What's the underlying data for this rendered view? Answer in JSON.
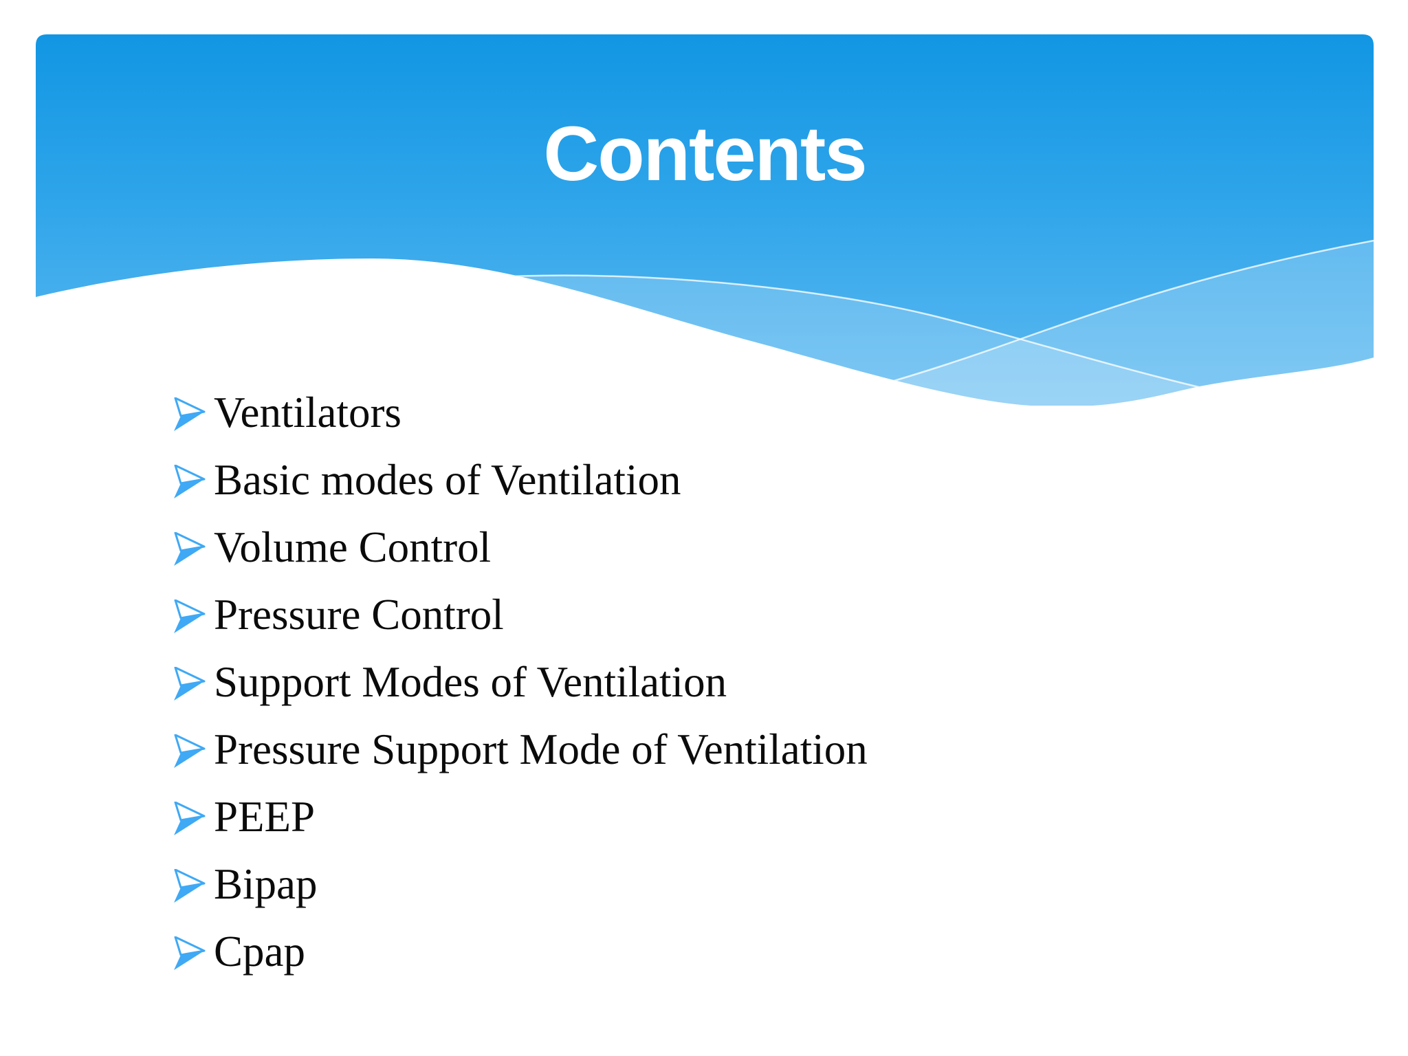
{
  "slide": {
    "title": "Contents",
    "items": [
      "Ventilators",
      "Basic modes of Ventilation",
      "Volume Control",
      "Pressure Control",
      "Support Modes of Ventilation",
      "Pressure Support Mode of Ventilation",
      "PEEP",
      "Bipap",
      "Cpap"
    ],
    "colors": {
      "header_gradient_top": "#1296E3",
      "header_gradient_mid": "#2FA5EA",
      "header_gradient_bottom": "#5FBAF1",
      "bullet_blue": "#3FA9F5",
      "title_text": "#FFFFFF",
      "body_text": "#0B0B0B"
    }
  }
}
